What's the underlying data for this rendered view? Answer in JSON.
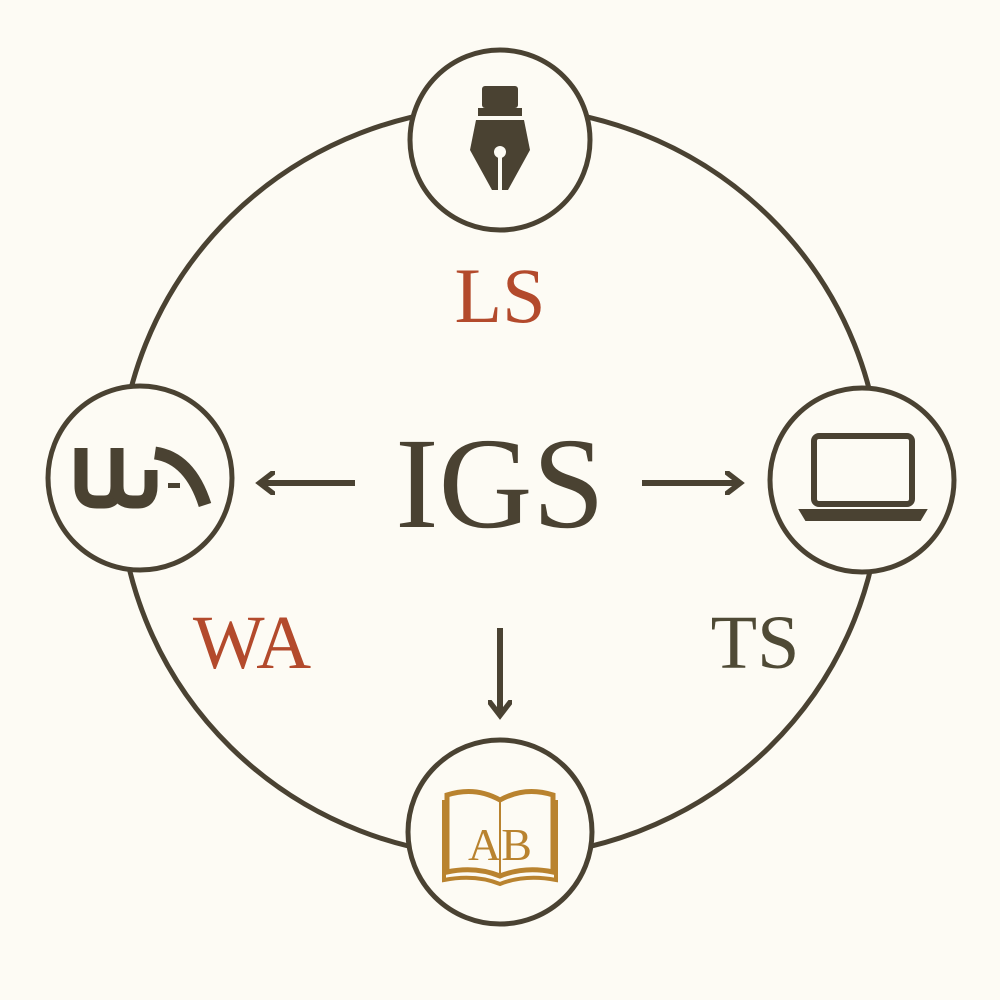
{
  "center_label": "IGS",
  "nodes": {
    "top": {
      "label": "LS",
      "icon": "fountain-pen-icon"
    },
    "left": {
      "label": "WA",
      "icon": "wa-logo-icon",
      "logo_text": "WA"
    },
    "right": {
      "label": "TS",
      "icon": "laptop-icon"
    },
    "bottom": {
      "icon": "open-book-icon",
      "book_text": "AB"
    }
  },
  "colors": {
    "background": "#fdfbf4",
    "stroke": "#4a4232",
    "accent_red": "#b34a2c",
    "label_dark": "#4f4a35",
    "book_gold": "#b9832f"
  }
}
